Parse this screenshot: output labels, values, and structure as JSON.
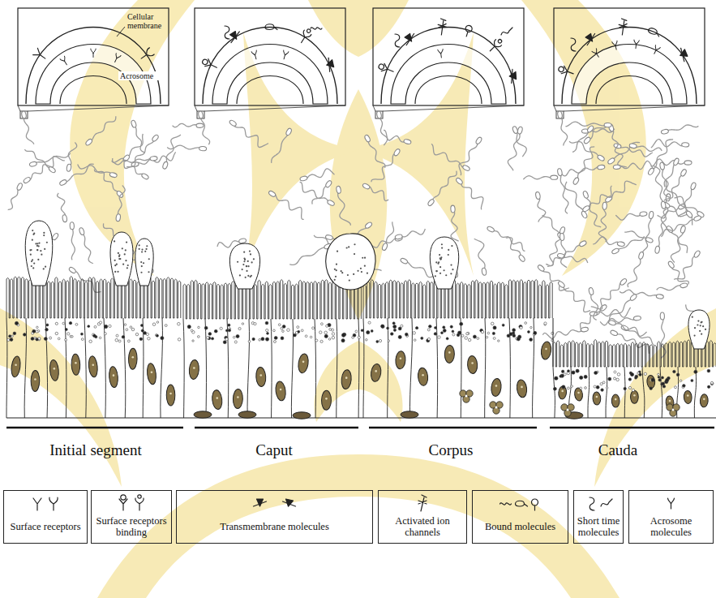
{
  "diagram": {
    "labels": [
      "Cellular membrane",
      "Acrosome",
      "Initial segment",
      "Caput",
      "Corpus",
      "Cauda"
    ],
    "legend": [
      {
        "text": "Surface receptors"
      },
      {
        "text": "Surface receptors binding"
      },
      {
        "text": "Transmembrane molecules"
      },
      {
        "text": "Activated ion channels"
      },
      {
        "text": "Bound molecules"
      },
      {
        "text": "Short time molecules"
      },
      {
        "text": "Acrosome molecules"
      }
    ]
  }
}
